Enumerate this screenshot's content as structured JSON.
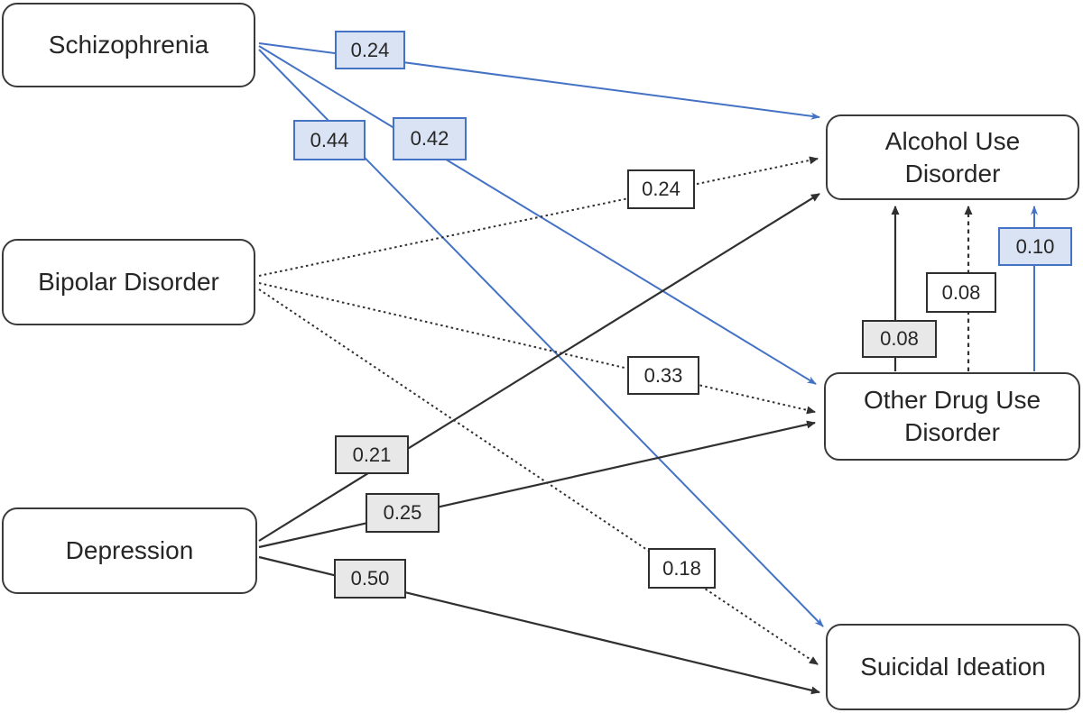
{
  "diagram": {
    "type": "path-diagram",
    "nodes": {
      "schizophrenia": {
        "label": "Schizophrenia"
      },
      "bipolar": {
        "label": "Bipolar Disorder"
      },
      "depression": {
        "label": "Depression"
      },
      "alcohol": {
        "label": "Alcohol Use Disorder"
      },
      "drug": {
        "label": "Other Drug Use Disorder"
      },
      "suicidal": {
        "label": "Suicidal Ideation"
      }
    },
    "edges": [
      {
        "from": "Schizophrenia",
        "to": "Alcohol Use Disorder",
        "value": "0.24",
        "line_style": "solid-blue",
        "label_style": "blue"
      },
      {
        "from": "Schizophrenia",
        "to": "Other Drug Use Disorder",
        "value": "0.42",
        "line_style": "solid-blue",
        "label_style": "blue"
      },
      {
        "from": "Schizophrenia",
        "to": "Suicidal Ideation",
        "value": "0.44",
        "line_style": "solid-blue",
        "label_style": "blue"
      },
      {
        "from": "Bipolar Disorder",
        "to": "Alcohol Use Disorder",
        "value": "0.24",
        "line_style": "dotted-black",
        "label_style": "white"
      },
      {
        "from": "Bipolar Disorder",
        "to": "Other Drug Use Disorder",
        "value": "0.33",
        "line_style": "dotted-black",
        "label_style": "white"
      },
      {
        "from": "Bipolar Disorder",
        "to": "Suicidal Ideation",
        "value": "0.18",
        "line_style": "dotted-black",
        "label_style": "white"
      },
      {
        "from": "Depression",
        "to": "Alcohol Use Disorder",
        "value": "0.21",
        "line_style": "solid-black",
        "label_style": "gray"
      },
      {
        "from": "Depression",
        "to": "Other Drug Use Disorder",
        "value": "0.25",
        "line_style": "solid-black",
        "label_style": "gray"
      },
      {
        "from": "Depression",
        "to": "Suicidal Ideation",
        "value": "0.50",
        "line_style": "solid-black",
        "label_style": "gray"
      },
      {
        "from": "Other Drug Use Disorder",
        "to": "Alcohol Use Disorder",
        "value": "0.08",
        "line_style": "solid-black",
        "label_style": "gray"
      },
      {
        "from": "Other Drug Use Disorder",
        "to": "Alcohol Use Disorder",
        "value": "0.08",
        "line_style": "dashed-black",
        "label_style": "white"
      },
      {
        "from": "Other Drug Use Disorder",
        "to": "Alcohol Use Disorder",
        "value": "0.10",
        "line_style": "solid-blue",
        "label_style": "blue"
      }
    ],
    "colors": {
      "blue": "#4472c4",
      "blue_label_fill": "#dae3f3",
      "gray_label_fill": "#e9e8e8",
      "white_label_fill": "#ffffff",
      "black_line": "#303030",
      "node_border": "#3a3a3a"
    }
  }
}
